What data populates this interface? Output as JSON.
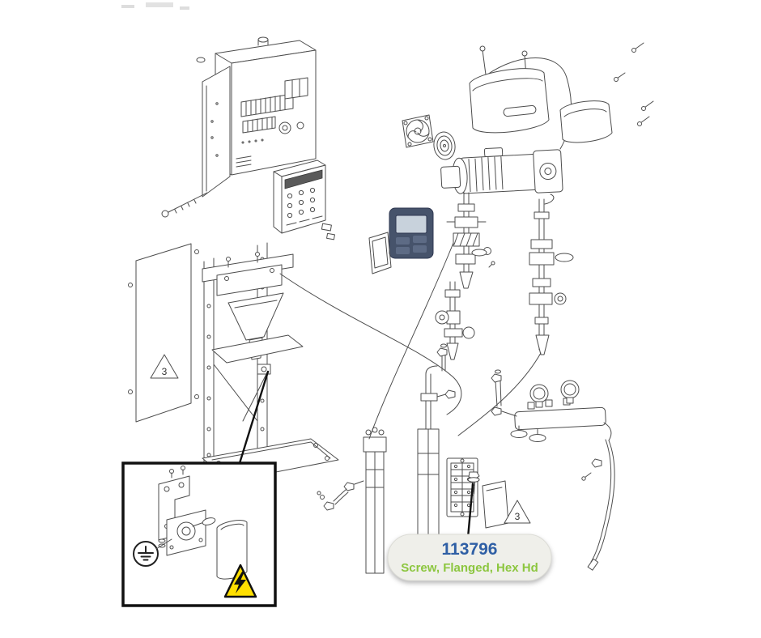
{
  "diagram": {
    "callout": {
      "part_number": "113796",
      "part_name": "Screw, Flanged, Hex Hd"
    },
    "warnings": {
      "left_panel_label": "3",
      "right_panel_label": "3"
    },
    "icons": {
      "ground_symbol": "ground-symbol-icon",
      "electrical_hazard": "electrical-hazard-icon",
      "warning_triangle": "warning-triangle-icon"
    },
    "colors": {
      "part_number": "#2F5FA5",
      "part_name": "#8CC63F",
      "hazard_yellow": "#FFDF00",
      "line": "#4d4d4d",
      "callout_bg": "#EFEFEA"
    }
  }
}
